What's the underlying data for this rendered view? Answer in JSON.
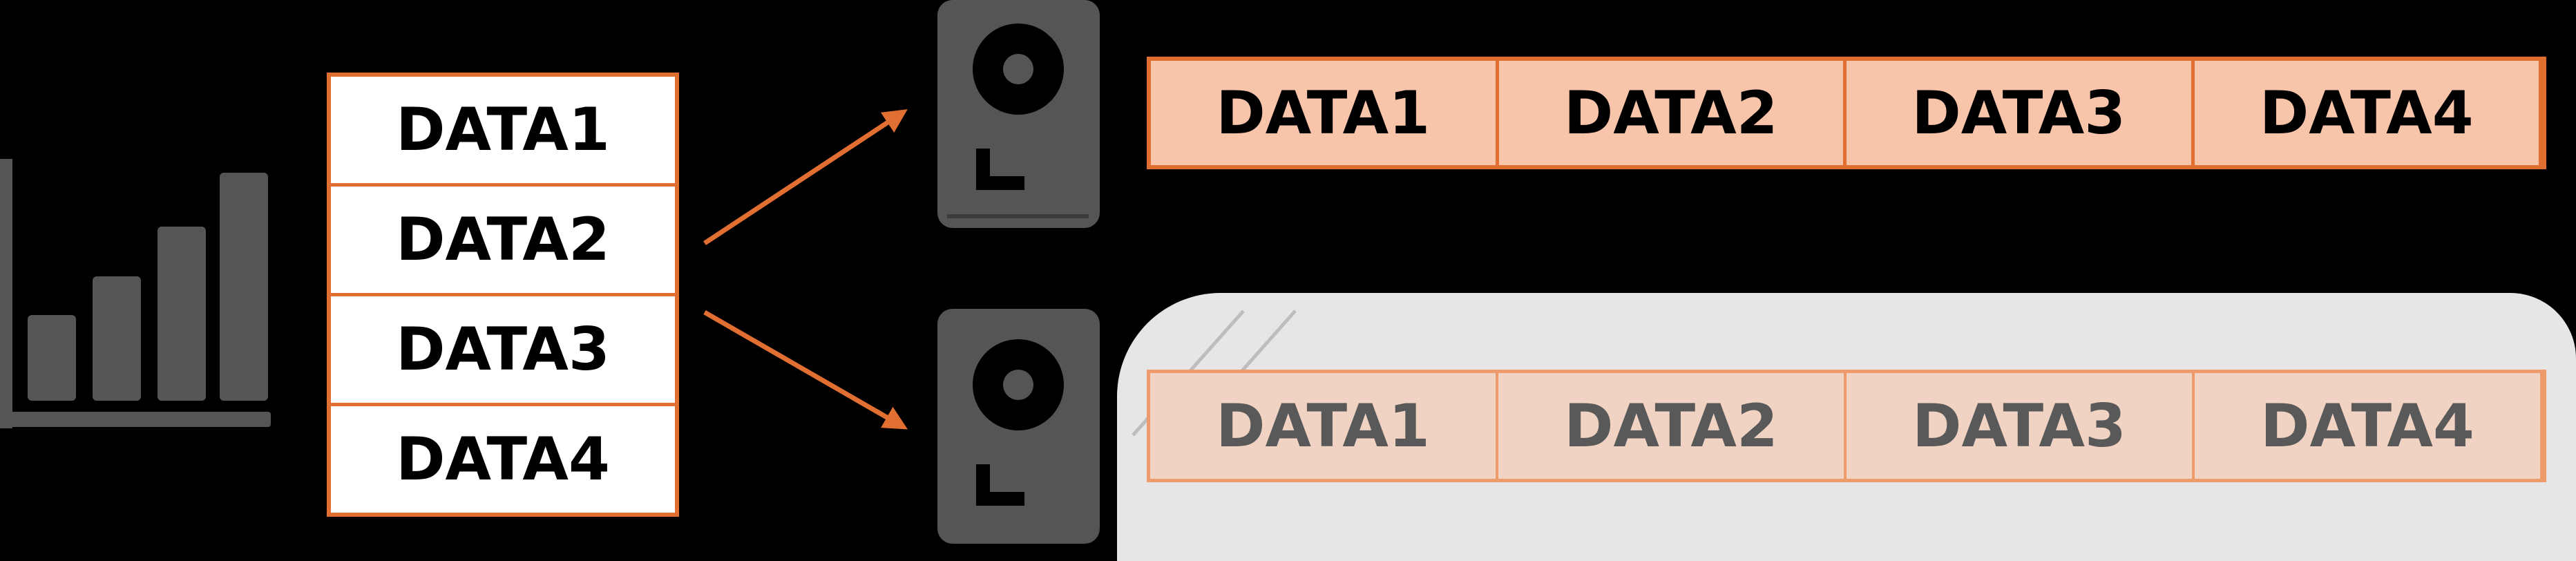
{
  "source": {
    "items": [
      "DATA1",
      "DATA2",
      "DATA3",
      "DATA4"
    ]
  },
  "primary_disk": {
    "blocks": [
      "DATA1",
      "DATA2",
      "DATA3",
      "DATA4"
    ]
  },
  "backup_disk": {
    "blocks": [
      "DATA1",
      "DATA2",
      "DATA3",
      "DATA4"
    ]
  },
  "colors": {
    "accent": "#e26f32",
    "primary_fill": "#f8c4aa",
    "backup_fill": "#f1d3c4",
    "backup_panel": "#e6e6e6",
    "icon": "#555555"
  },
  "icons": [
    "bar-chart-icon",
    "hard-disk-icon",
    "hard-disk-icon"
  ]
}
